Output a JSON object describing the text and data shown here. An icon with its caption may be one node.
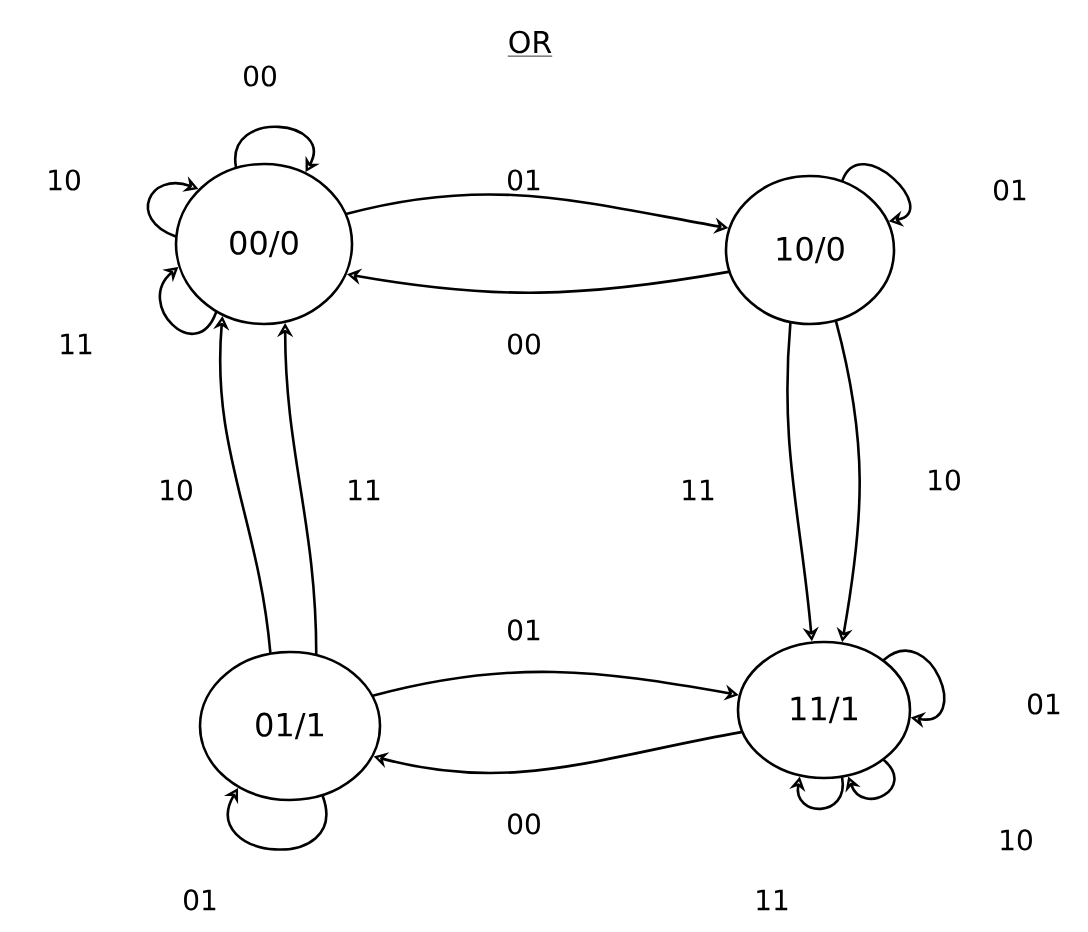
{
  "diagram": {
    "title": "OR",
    "nodes": [
      {
        "text": [
          "00/0"
        ]
      },
      {
        "text": [
          "10/0"
        ]
      },
      {
        "text": [
          "01/1"
        ]
      },
      {
        "text": [
          "11/1"
        ]
      }
    ],
    "edges": [
      {
        "from": 0,
        "to": 0,
        "arrow": "to",
        "label": "00"
      },
      {
        "from": 0,
        "to": 0,
        "arrow": "to",
        "label": "10"
      },
      {
        "from": 0,
        "to": 0,
        "arrow": "to",
        "label": "11"
      },
      {
        "from": 0,
        "to": 1,
        "arrow": "to",
        "label": "01"
      },
      {
        "from": 1,
        "to": 0,
        "arrow": "to",
        "label": "00"
      },
      {
        "from": 1,
        "to": 1,
        "arrow": "to",
        "label": "01"
      },
      {
        "from": 1,
        "to": 3,
        "arrow": "to",
        "label": "11"
      },
      {
        "from": 1,
        "to": 3,
        "arrow": "to",
        "label": "10"
      },
      {
        "from": 2,
        "to": 0,
        "arrow": "to",
        "label": "10"
      },
      {
        "from": 2,
        "to": 0,
        "arrow": "to",
        "label": "11"
      },
      {
        "from": 2,
        "to": 3,
        "arrow": "to",
        "label": "01"
      },
      {
        "from": 3,
        "to": 2,
        "arrow": "to",
        "label": "00"
      },
      {
        "from": 2,
        "to": 2,
        "arrow": "to",
        "label": "01"
      },
      {
        "from": 3,
        "to": 3,
        "arrow": "to",
        "label": "01"
      },
      {
        "from": 3,
        "to": 3,
        "arrow": "to",
        "label": "10"
      },
      {
        "from": 3,
        "to": 3,
        "arrow": "to",
        "label": "11"
      }
    ]
  }
}
